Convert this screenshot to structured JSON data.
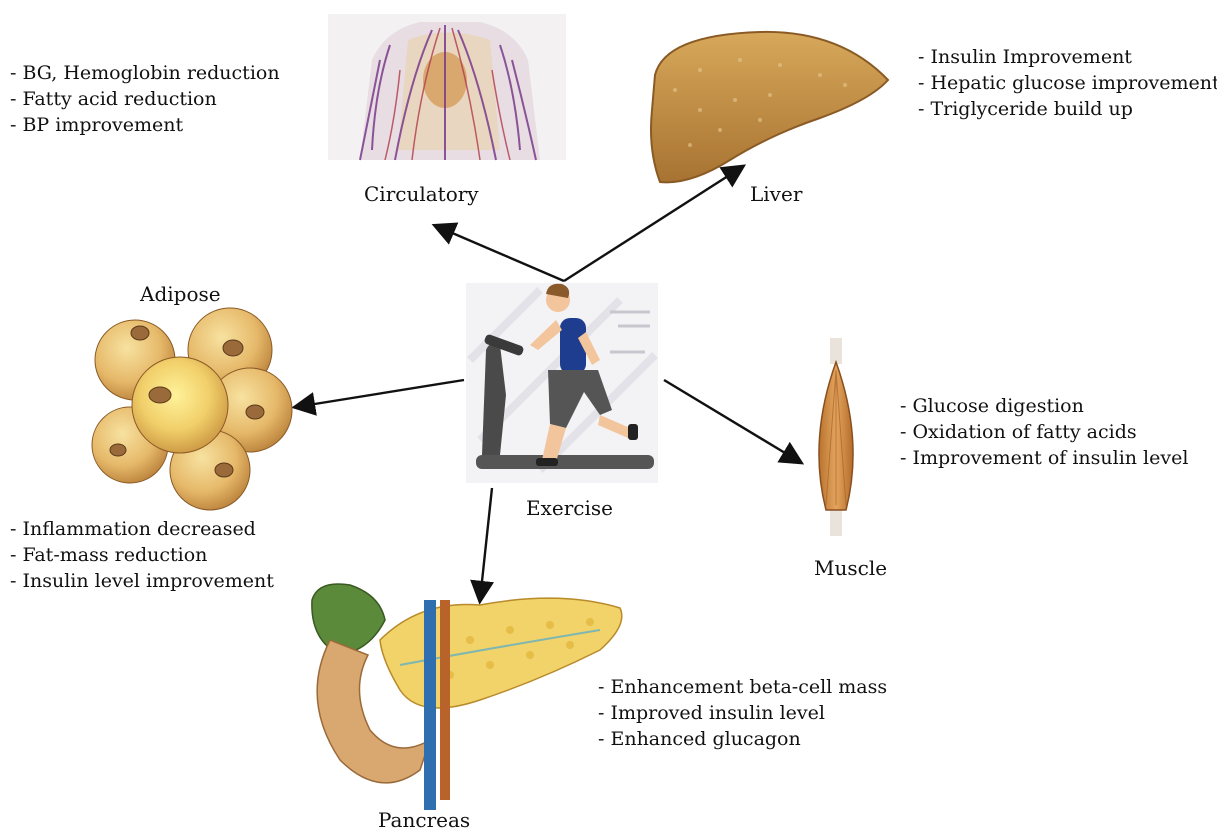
{
  "center": {
    "label": "Exercise"
  },
  "organs": {
    "circulatory": {
      "label": "Circulatory",
      "effects": [
        "- BG, Hemoglobin reduction",
        "- Fatty acid reduction",
        "- BP improvement"
      ]
    },
    "liver": {
      "label": "Liver",
      "effects": [
        "- Insulin Improvement",
        "- Hepatic glucose improvement",
        "- Triglyceride build up"
      ]
    },
    "adipose": {
      "label": "Adipose",
      "effects": [
        "- Inflammation decreased",
        "- Fat-mass reduction",
        "- Insulin level improvement"
      ]
    },
    "muscle": {
      "label": "Muscle",
      "effects": [
        "- Glucose digestion",
        "- Oxidation of fatty acids",
        "- Improvement of insulin level"
      ]
    },
    "pancreas": {
      "label": "Pancreas",
      "effects": [
        "- Enhancement beta-cell mass",
        "- Improved insulin level",
        "- Enhanced glucagon"
      ]
    }
  }
}
